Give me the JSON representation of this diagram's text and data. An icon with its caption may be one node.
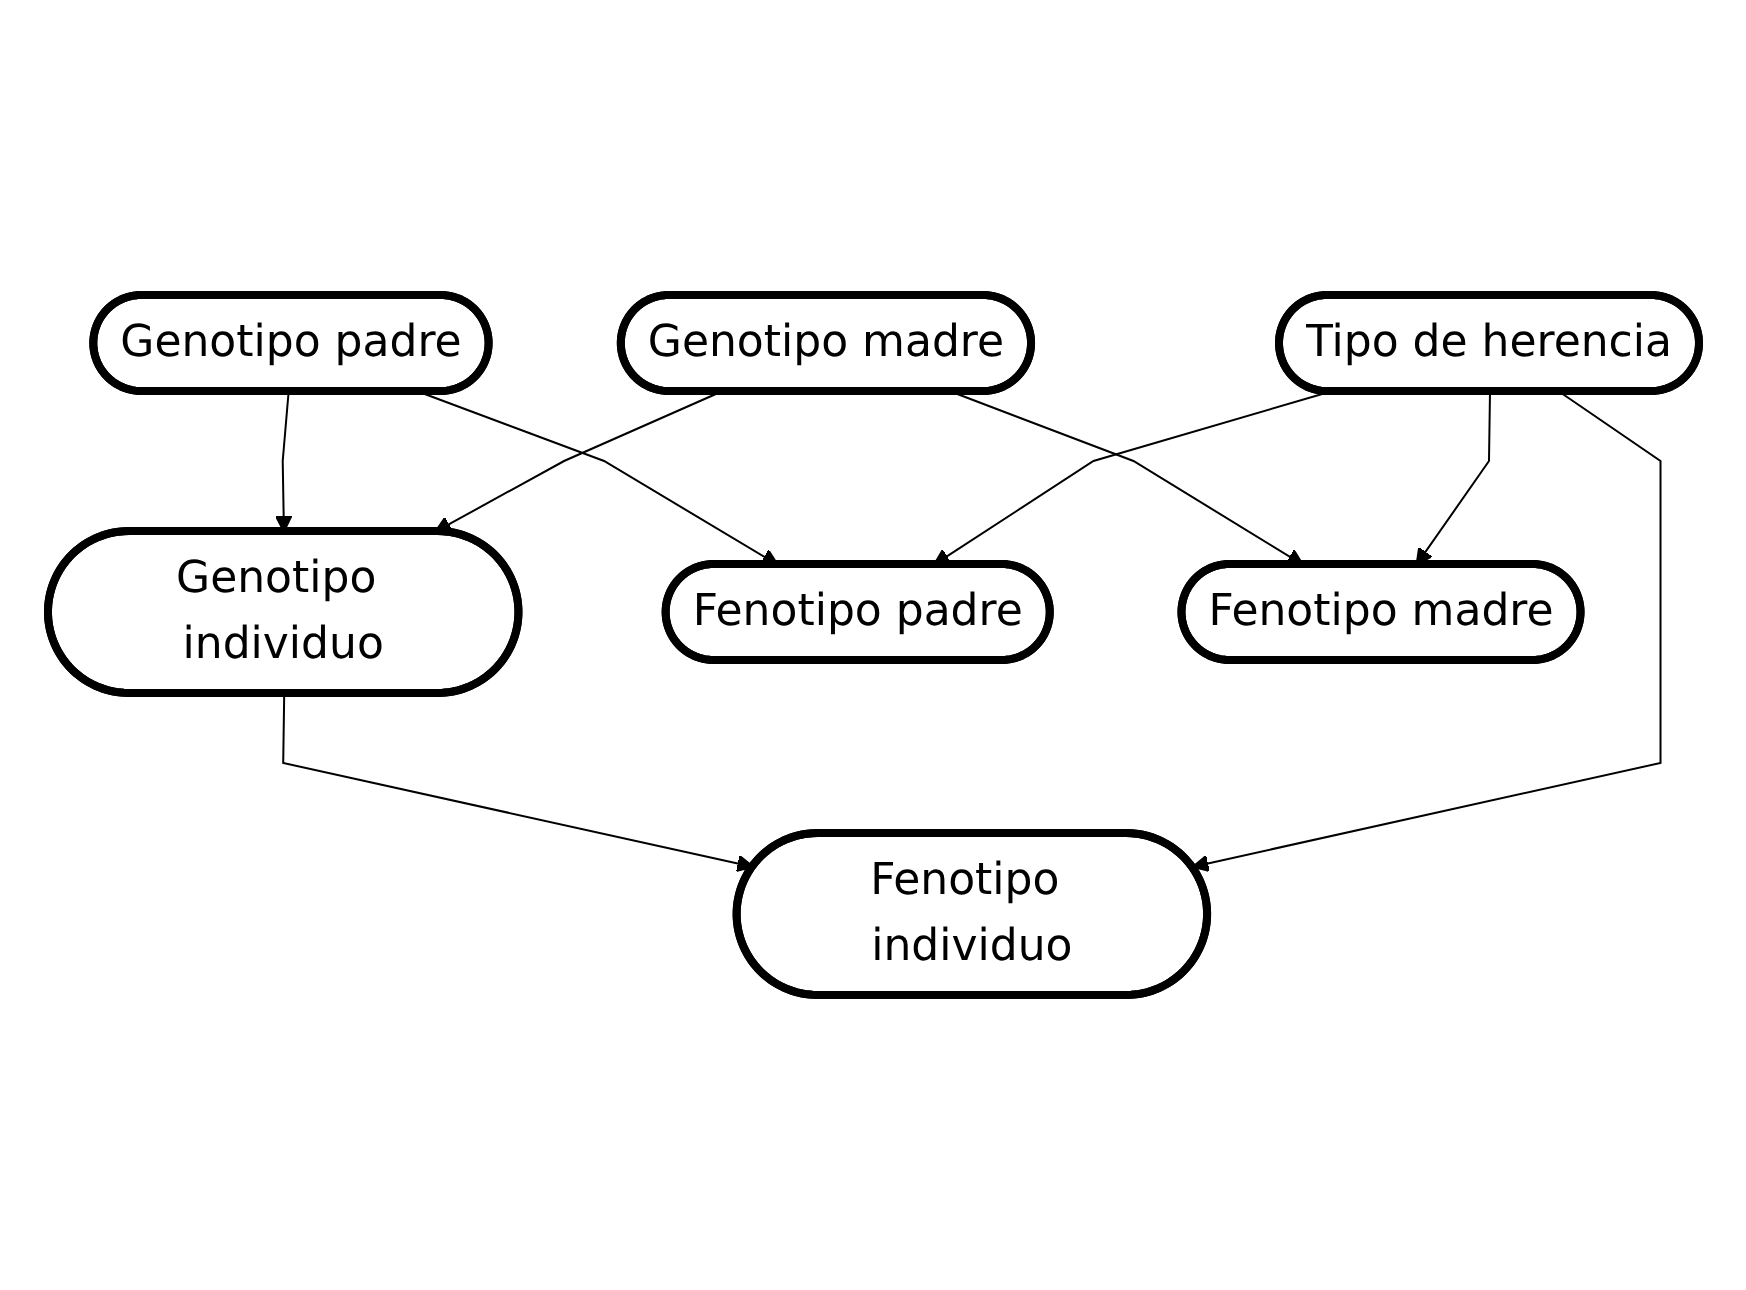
{
  "diagram": {
    "nodes": [
      {
        "text": [
          "Genotipo padre"
        ]
      },
      {
        "text": [
          "Genotipo individuo"
        ]
      },
      {
        "text": [
          "Genotipo madre"
        ]
      },
      {
        "text": [
          "Fenotipo padre"
        ]
      },
      {
        "text": [
          "Fenotipo individuo"
        ]
      },
      {
        "text": [
          "Fenotipo madre"
        ]
      },
      {
        "text": [
          "Tipo de herencia"
        ]
      }
    ],
    "edges": [
      {
        "from": 0,
        "to": 1,
        "arrow": "to"
      },
      {
        "from": 2,
        "to": 1,
        "arrow": "to"
      },
      {
        "from": 0,
        "to": 3,
        "arrow": "to"
      },
      {
        "from": 1,
        "to": 4,
        "arrow": "to"
      },
      {
        "from": 2,
        "to": 5,
        "arrow": "to"
      },
      {
        "from": 6,
        "to": 3,
        "arrow": "to"
      },
      {
        "from": 6,
        "to": 4,
        "arrow": "to"
      },
      {
        "from": 6,
        "to": 5,
        "arrow": "to"
      }
    ]
  }
}
